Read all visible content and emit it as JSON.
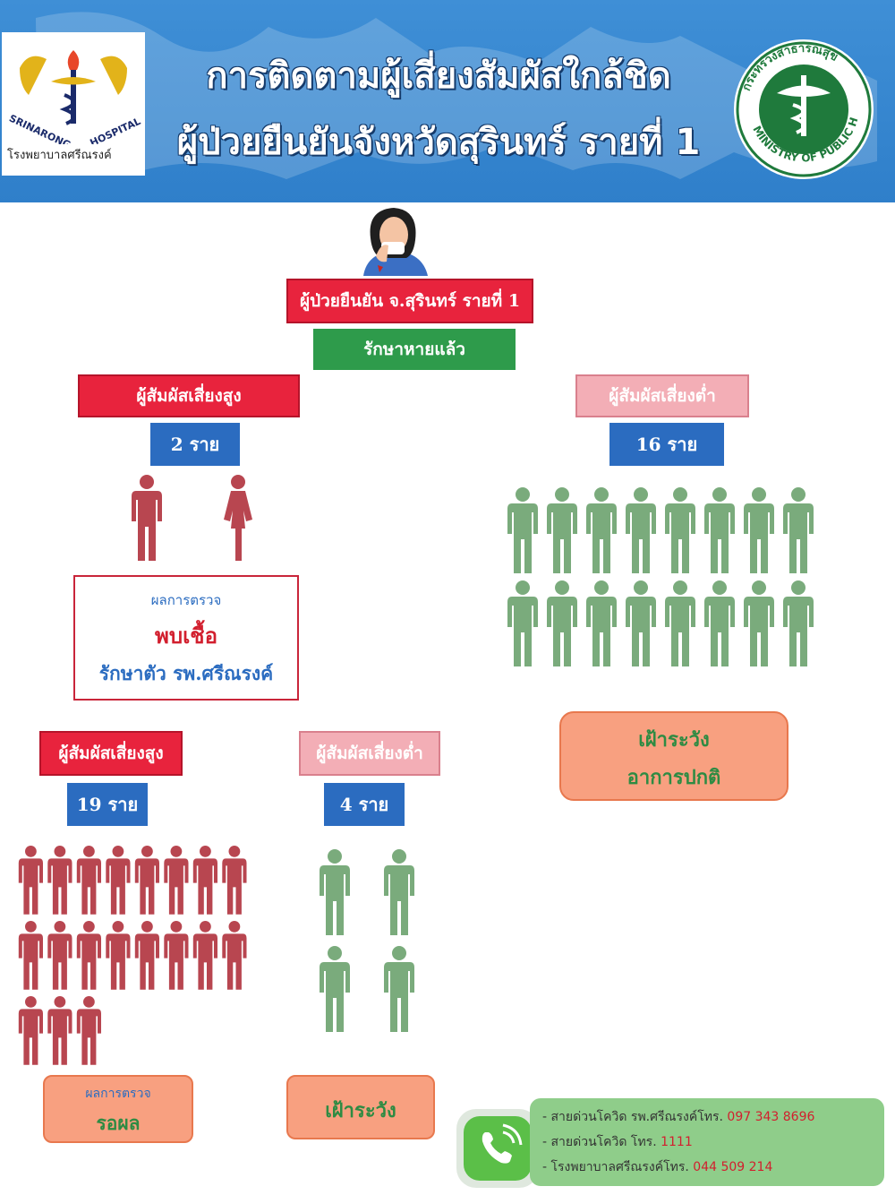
{
  "header": {
    "title_line1": "การติดตามผู้เสี่ยงสัมผัสใกล้ชิด",
    "title_line2": "ผู้ป่วยยืนยันจังหวัดสุรินทร์ รายที่ 1",
    "left_logo_text": "โรงพยาบาลศรีณรงค์",
    "left_logo_arc": "SRINARONG HOSPITAL",
    "right_logo_top": "กระทรวงสาธารณสุข",
    "right_logo_bottom": "MINISTRY OF PUBLIC HEALTH"
  },
  "patient": {
    "label": "ผู้ป่วยยืนยัน จ.สุรินทร์ รายที่ 1",
    "status": "รักษาหายแล้ว"
  },
  "high_risk_1": {
    "label": "ผู้สัมผัสเสี่ยงสูง",
    "count": "2 ราย",
    "count_value": 2,
    "result_title": "ผลการตรวจ",
    "result": "พบเชื้อ",
    "treatment": "รักษาตัว รพ.ศรีณรงค์"
  },
  "low_risk_1": {
    "label": "ผู้สัมผัสเสี่ยงต่ำ",
    "count": "16 ราย",
    "count_value": 16,
    "status_line1": "เฝ้าระวัง",
    "status_line2": "อาการปกติ"
  },
  "high_risk_2": {
    "label": "ผู้สัมผัสเสี่ยงสูง",
    "count": "19 ราย",
    "count_value": 19,
    "result_title": "ผลการตรวจ",
    "result": "รอผล"
  },
  "low_risk_2": {
    "label": "ผู้สัมผัสเสี่ยงต่ำ",
    "count": "4 ราย",
    "count_value": 4,
    "status": "เฝ้าระวัง"
  },
  "hotlines": [
    {
      "label": "- สายด่วนโควิด รพ.ศรีณรงค์โทร.",
      "number": "097 343 8696"
    },
    {
      "label": "- สายด่วนโควิด  โทร.",
      "number": "1111"
    },
    {
      "label": "- โรงพยาบาลศรีณรงค์โทร.",
      "number": "044 509 214"
    }
  ],
  "colors": {
    "header_blue": "#2f7fca",
    "red": "#e8233d",
    "pink": "#f3aeb6",
    "green": "#2e9b4b",
    "blue": "#2b6cc0",
    "person_red": "#b84650",
    "person_green": "#7aab7c",
    "orange": "#f8a080"
  },
  "icons": [
    "person-icon",
    "phone-icon",
    "patient-illustration"
  ]
}
